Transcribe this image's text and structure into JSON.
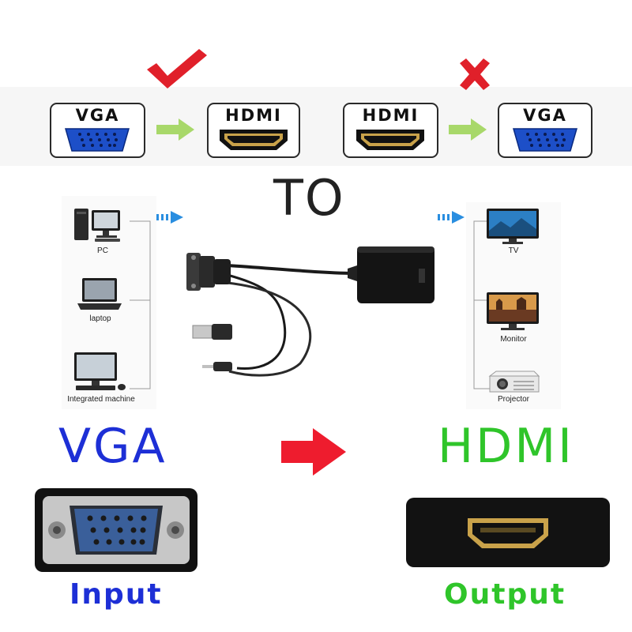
{
  "top_row": {
    "left_pair": {
      "from": "VGA",
      "to": "HDMI",
      "status": "check-icon"
    },
    "right_pair": {
      "from": "HDMI",
      "to": "VGA",
      "status": "cross-icon"
    }
  },
  "center_text": "TO",
  "sources": {
    "title_indicator": "signal-arrow-icon",
    "devices": [
      {
        "label": "PC",
        "icon": "desktop-pc-icon"
      },
      {
        "label": "laptop",
        "icon": "laptop-icon"
      },
      {
        "label": "Integrated machine",
        "icon": "all-in-one-computer-icon"
      }
    ]
  },
  "displays": {
    "title_indicator": "signal-arrow-icon",
    "devices": [
      {
        "label": "TV",
        "icon": "tv-icon"
      },
      {
        "label": "Monitor",
        "icon": "monitor-icon"
      },
      {
        "label": "Projector",
        "icon": "projector-icon"
      }
    ]
  },
  "bottom": {
    "input_title": "VGA",
    "output_title": "HDMI",
    "input_caption": "Input",
    "output_caption": "Output"
  },
  "colors": {
    "vga_blue": "#1d2fd6",
    "hdmi_green": "#2fc52a",
    "check_red": "#e0202a",
    "arrow_green": "#a8d86a",
    "signal_blue": "#2a8ee0"
  }
}
